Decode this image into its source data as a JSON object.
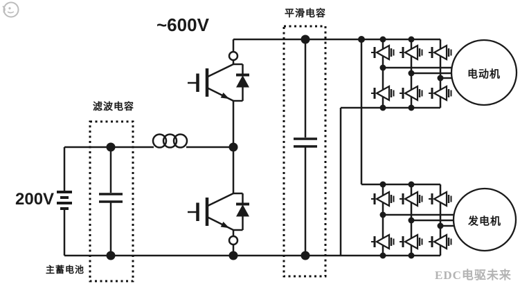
{
  "diagram": {
    "bus_voltage_label": "~600V",
    "battery_voltage_label": "200V",
    "filter_capacitor_label": "滤波电容",
    "smoothing_capacitor_label": "平滑电容",
    "main_battery_label": "主蓄电池",
    "motor_label": "电动机",
    "generator_label": "发电机",
    "watermark_text": "EDC电驱未来",
    "colors": {
      "line": "#1a1a1a",
      "watermark": "#b3b3b3",
      "background": "#ffffff"
    }
  }
}
